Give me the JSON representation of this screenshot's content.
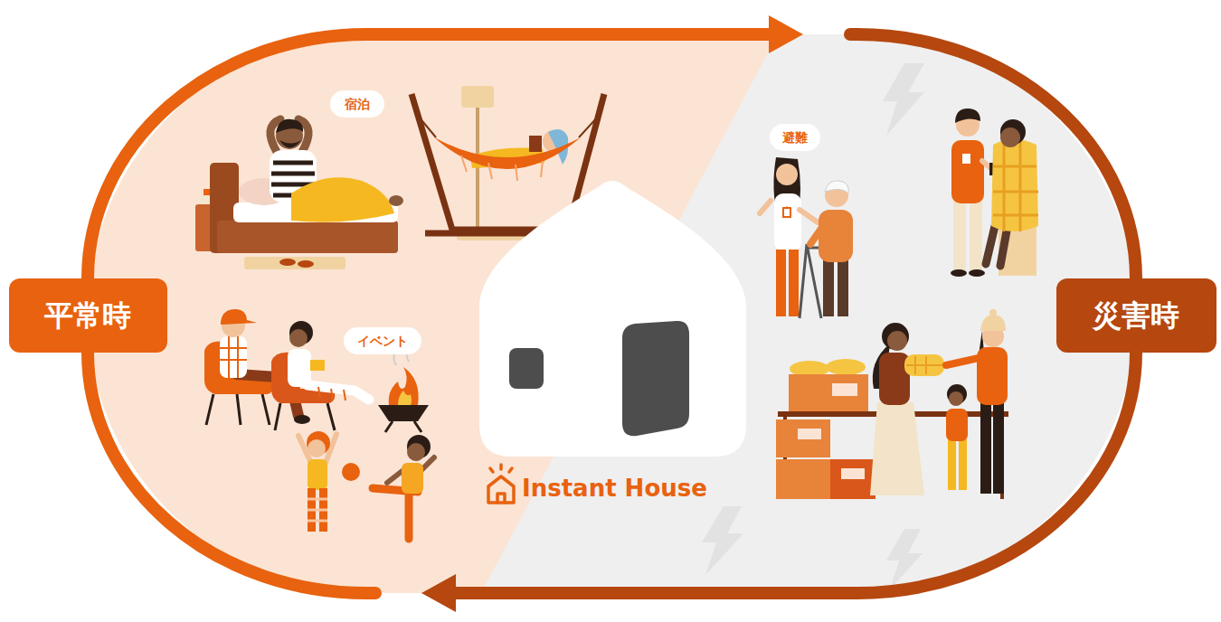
{
  "diagram": {
    "nodes": [
      {
        "text": [
          "平常時"
        ]
      },
      {
        "text": [
          "宿泊"
        ]
      },
      {
        "text": [
          "イベント"
        ]
      },
      {
        "text": [
          "避難"
        ]
      },
      {
        "text": [
          "災害時"
        ]
      }
    ],
    "edges": [
      {
        "from": 0,
        "to": 4,
        "arrow": "to"
      },
      {
        "from": 4,
        "to": 0,
        "arrow": "to"
      }
    ],
    "labels": [
      "Instant House"
    ]
  }
}
